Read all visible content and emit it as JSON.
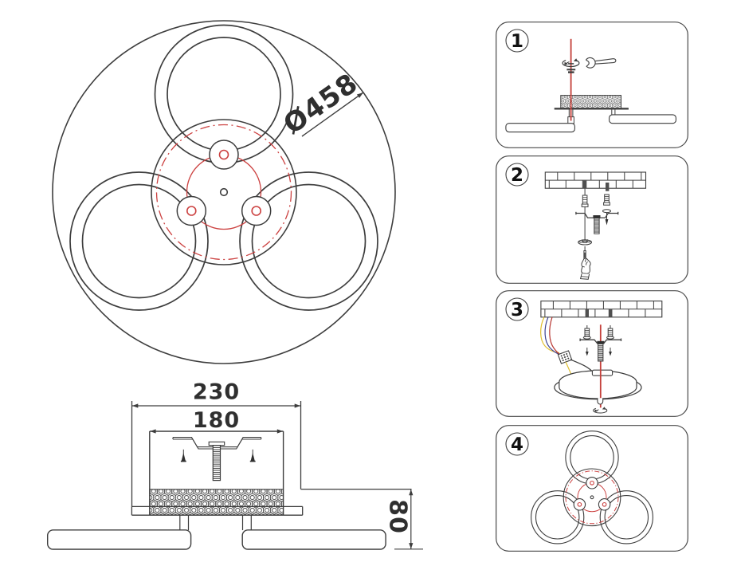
{
  "sheet": {
    "type": "ceiling-lamp installation drawing",
    "background_color": "#ffffff",
    "line_color": "#3d3d3d",
    "accent_red": "#c4403a",
    "wire_colors": {
      "yellow": "#e0bf2e",
      "blue": "#3c4390",
      "red": "#b73631"
    }
  },
  "top_view": {
    "diameter_label": "Ø458"
  },
  "side_view": {
    "outer_width_label": "230",
    "inner_width_label": "180",
    "height_label": "80"
  },
  "steps": [
    {
      "number": "1",
      "icons": [
        "nut-rotation-icon",
        "wrench-icon",
        "lamp-body-side"
      ]
    },
    {
      "number": "2",
      "icons": [
        "brick-ceiling",
        "wall-anchor",
        "mounting-bracket",
        "wire-connector-hand"
      ]
    },
    {
      "number": "3",
      "icons": [
        "brick-ceiling",
        "wall-anchor",
        "mounting-bracket",
        "wires",
        "canopy-body",
        "nut-rotation-icon"
      ]
    },
    {
      "number": "4",
      "icons": [
        "lamp-top-view"
      ]
    }
  ]
}
